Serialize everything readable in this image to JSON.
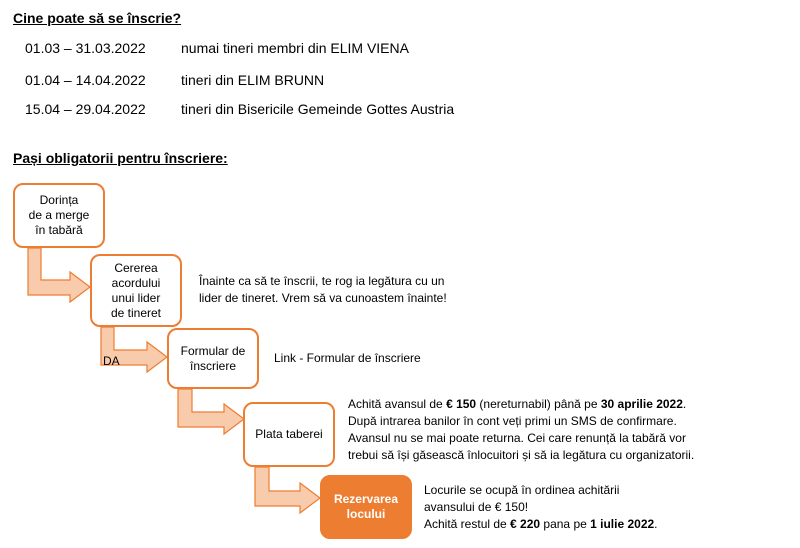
{
  "section1": {
    "title": "Cine poate să se înscrie?",
    "rows": [
      {
        "dates": "01.03 – 31.03.2022",
        "who": "numai tineri membri din ELIM VIENA"
      },
      {
        "dates": "01.04 – 14.04.2022",
        "who": "tineri din ELIM BRUNN"
      },
      {
        "dates": "15.04 – 29.04.2022",
        "who": "tineri din Bisericile Gemeinde Gottes Austria"
      }
    ]
  },
  "section2": {
    "title": "Pași obligatorii pentru înscriere:",
    "steps": [
      {
        "label": "Dorința\nde a merge\nîn tabără"
      },
      {
        "label": "Cererea\nacordului\nunui lider\nde tineret"
      },
      {
        "label": "Formular de\nînscriere"
      },
      {
        "label": "Plata taberei"
      },
      {
        "label": "Rezervarea\nlocului"
      }
    ],
    "da_label": "DA",
    "desc_step2": {
      "line1": "Înainte ca să te înscrii, te rog ia legătura cu un",
      "line2": "lider de tineret. Vrem să va cunoastem înainte!"
    },
    "desc_step3": "Link - Formular de înscriere",
    "desc_step4": {
      "l1a": "Achită avansul de ",
      "l1b": "€ 150",
      "l1c": " (nereturnabil) până pe ",
      "l1d": "30 aprilie 2022",
      "l1e": ".",
      "l2": "După intrarea banilor în cont veți primi un SMS de confirmare.",
      "l3": "Avansul nu se mai poate returna. Cei care renunță la tabără vor",
      "l4": "trebui să își găsească înlocuitori și să ia legătura cu organizatorii."
    },
    "desc_step5": {
      "l1": "Locurile se ocupă în ordinea achitării",
      "l2": "avansului de € 150!",
      "l3a": "Achită restul de ",
      "l3b": "€ 220",
      "l3c": " pana pe ",
      "l3d": "1 iulie 2022",
      "l3e": "."
    }
  },
  "colors": {
    "accent": "#ED7D31",
    "arrow_fill": "#F8CBAD"
  }
}
